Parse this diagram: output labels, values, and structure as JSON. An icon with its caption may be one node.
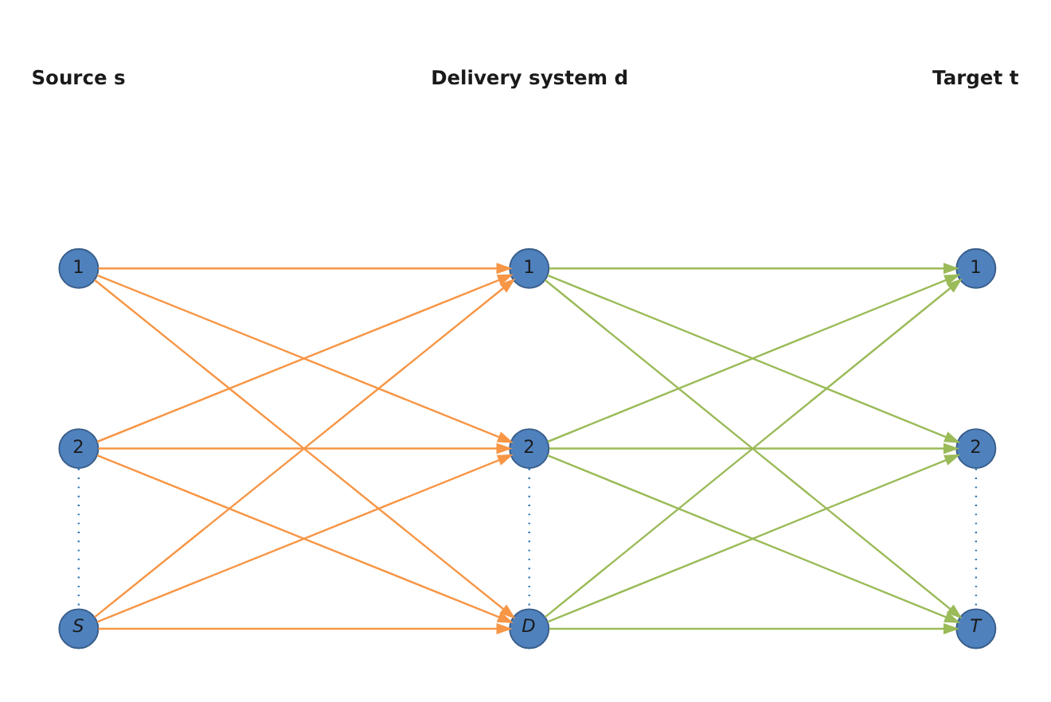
{
  "diagram": {
    "nodes": [
      {
        "text": [
          "1"
        ]
      },
      {
        "text": [
          "2"
        ]
      },
      {
        "text": [
          "S"
        ]
      },
      {
        "text": [
          "1"
        ]
      },
      {
        "text": [
          "2"
        ]
      },
      {
        "text": [
          "D"
        ]
      },
      {
        "text": [
          "1"
        ]
      },
      {
        "text": [
          "2"
        ]
      },
      {
        "text": [
          "T"
        ]
      }
    ],
    "edges": [
      {
        "from": 0,
        "to": 3,
        "arrow": "to",
        "color": "#f79646"
      },
      {
        "from": 0,
        "to": 4,
        "arrow": "to",
        "color": "#f79646"
      },
      {
        "from": 0,
        "to": 5,
        "arrow": "to",
        "color": "#f79646"
      },
      {
        "from": 1,
        "to": 3,
        "arrow": "to",
        "color": "#f79646"
      },
      {
        "from": 1,
        "to": 4,
        "arrow": "to",
        "color": "#f79646"
      },
      {
        "from": 1,
        "to": 5,
        "arrow": "to",
        "color": "#f79646"
      },
      {
        "from": 2,
        "to": 3,
        "arrow": "to",
        "color": "#f79646"
      },
      {
        "from": 2,
        "to": 4,
        "arrow": "to",
        "color": "#f79646"
      },
      {
        "from": 2,
        "to": 5,
        "arrow": "to",
        "color": "#f79646"
      },
      {
        "from": 3,
        "to": 6,
        "arrow": "to",
        "color": "#9bbb59"
      },
      {
        "from": 3,
        "to": 7,
        "arrow": "to",
        "color": "#9bbb59"
      },
      {
        "from": 3,
        "to": 8,
        "arrow": "to",
        "color": "#9bbb59"
      },
      {
        "from": 4,
        "to": 6,
        "arrow": "to",
        "color": "#9bbb59"
      },
      {
        "from": 4,
        "to": 7,
        "arrow": "to",
        "color": "#9bbb59"
      },
      {
        "from": 4,
        "to": 8,
        "arrow": "to",
        "color": "#9bbb59"
      },
      {
        "from": 5,
        "to": 6,
        "arrow": "to",
        "color": "#9bbb59"
      },
      {
        "from": 5,
        "to": 7,
        "arrow": "to",
        "color": "#9bbb59"
      },
      {
        "from": 5,
        "to": 8,
        "arrow": "to",
        "color": "#9bbb59"
      },
      {
        "from": 1,
        "to": 2,
        "arrow": "none",
        "style": "dashed",
        "color": "#2e75b6"
      },
      {
        "from": 4,
        "to": 5,
        "arrow": "none",
        "style": "dashed",
        "color": "#2e75b6"
      },
      {
        "from": 7,
        "to": 8,
        "arrow": "none",
        "style": "dashed",
        "color": "#2e75b6"
      }
    ],
    "labels": [
      "Source s",
      "Delivery system d",
      "Target t"
    ]
  }
}
